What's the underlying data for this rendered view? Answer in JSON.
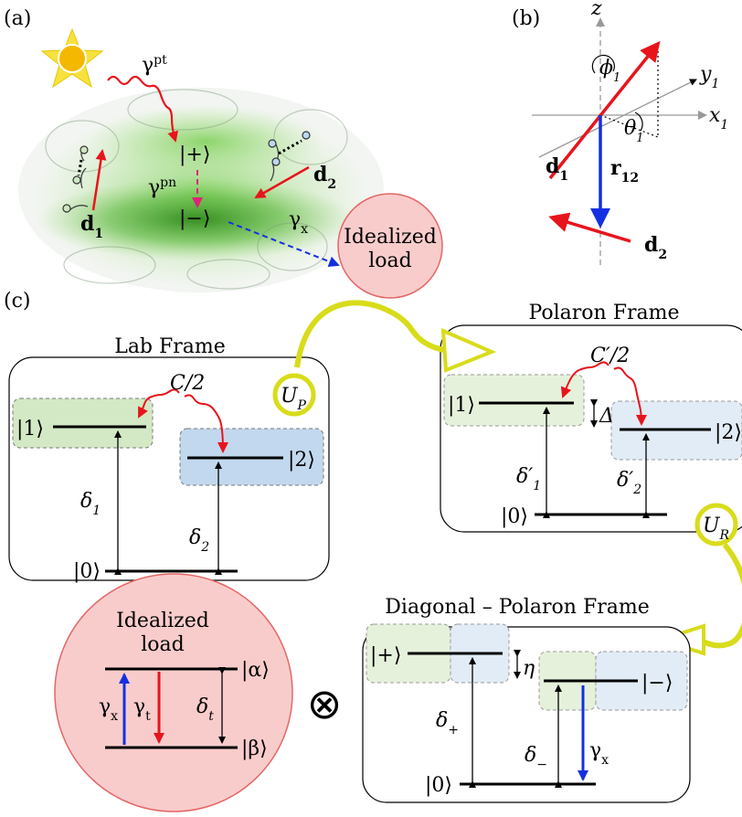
{
  "panels": {
    "a": "(a)",
    "b": "(b)",
    "c": "(c)"
  },
  "panel_a": {
    "gamma_pt": "γ",
    "gamma_pt_sup": "pt",
    "gamma_pn": "γ",
    "gamma_pn_sup": "pn",
    "gamma_x": "γ",
    "gamma_x_sub": "x",
    "plus_state": "|+⟩",
    "minus_state": "|−⟩",
    "d1": "d",
    "d1_sub": "1",
    "d2": "d",
    "d2_sub": "2",
    "load_line1": "Idealized",
    "load_line2": "load"
  },
  "panel_b": {
    "z": "z",
    "y1": "y",
    "y1_sub": "1",
    "x1": "x",
    "x1_sub": "1",
    "phi1": "ϕ",
    "phi1_sub": "1",
    "theta1": "θ",
    "theta1_sub": "1",
    "d1": "d",
    "d1_sub": "1",
    "r12": "r",
    "r12_sub": "12",
    "d2": "d",
    "d2_sub": "2"
  },
  "lab_frame": {
    "title": "Lab Frame",
    "coupling": "C/2",
    "state1": "|1⟩",
    "state2": "|2⟩",
    "state0": "|0⟩",
    "delta1": "δ",
    "delta1_sub": "1",
    "delta2": "δ",
    "delta2_sub": "2"
  },
  "polaron_frame": {
    "title": "Polaron Frame",
    "coupling": "C′/2",
    "state1": "|1⟩",
    "state2": "|2⟩",
    "state0": "|0⟩",
    "Delta": "Δ",
    "delta1": "δ′",
    "delta1_sub": "1",
    "delta2": "δ′",
    "delta2_sub": "2"
  },
  "unitaries": {
    "UP": "U",
    "UP_sub": "P",
    "UR": "U",
    "UR_sub": "R"
  },
  "diag_frame": {
    "title": "Diagonal – Polaron Frame",
    "plus": "|+⟩",
    "minus": "|−⟩",
    "zero": "|0⟩",
    "eta": "η",
    "delta_plus": "δ",
    "delta_plus_sub": "+",
    "delta_minus": "δ",
    "delta_minus_sub": "−",
    "gamma_x": "γ",
    "gamma_x_sub": "x"
  },
  "load": {
    "line1": "Idealized",
    "line2": "load",
    "alpha": "|α⟩",
    "beta": "|β⟩",
    "gamma_x": "γ",
    "gamma_x_sub": "x",
    "gamma_t": "γ",
    "gamma_t_sub": "t",
    "delta_t": "δ",
    "delta_t_sub": "t"
  },
  "tensor": "⊗",
  "colors": {
    "red": "#e8141c",
    "blue": "#1530e0",
    "magenta": "#e0207a",
    "green_box": "#d3e8c4",
    "blue_box": "#c2d8ee",
    "green_box_light": "#e6f1dc",
    "blue_box_light": "#e2ecf6",
    "load_fill": "#f9cccc",
    "load_stroke": "#e56666",
    "yellow": "#d8dc1a",
    "sun": "#f5b800"
  }
}
